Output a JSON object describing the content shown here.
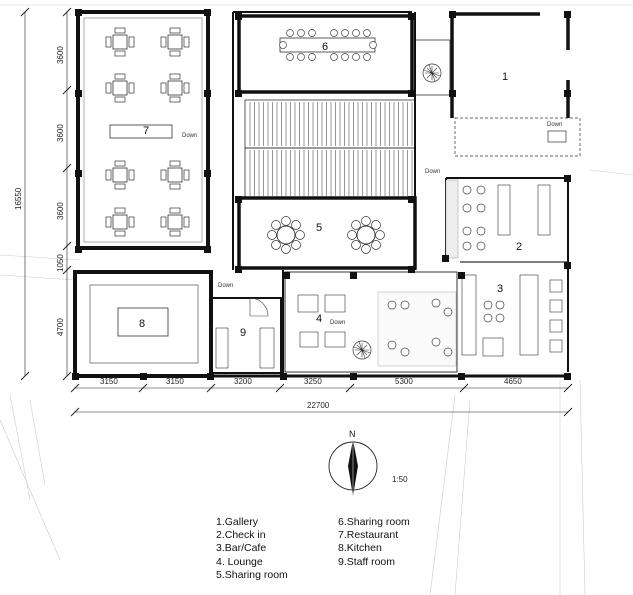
{
  "plan": {
    "rooms": [
      {
        "number": "1",
        "name": "Gallery"
      },
      {
        "number": "2",
        "name": "Check in"
      },
      {
        "number": "3",
        "name": "Bar/Cafe"
      },
      {
        "number": "4",
        "name": "Lounge"
      },
      {
        "number": "5",
        "name": "Sharing room"
      },
      {
        "number": "6",
        "name": "Sharing room"
      },
      {
        "number": "7",
        "name": "Restaurant"
      },
      {
        "number": "8",
        "name": "Kitchen"
      },
      {
        "number": "9",
        "name": "Staff room"
      }
    ],
    "stair_labels": {
      "down_1": "Down",
      "down_2": "Down",
      "down_3": "Down",
      "down_4": "Down",
      "down_5": "Down"
    },
    "dimensions": {
      "left_segments": [
        "3600",
        "3600",
        "3600",
        "1050",
        "4700"
      ],
      "left_total": "16550",
      "bottom_segments": [
        "3150",
        "3150",
        "3200",
        "3250",
        "5300",
        "4650"
      ],
      "bottom_total": "22700"
    },
    "north_label": "N",
    "scale": "1:50"
  },
  "legend": {
    "col1": [
      "1.Gallery",
      "2.Check in",
      "3.Bar/Cafe",
      "4. Lounge",
      "5.Sharing room"
    ],
    "col2": [
      "6.Sharing room",
      "7.Restaurant",
      "8.Kitchen",
      "9.Staff room"
    ]
  }
}
